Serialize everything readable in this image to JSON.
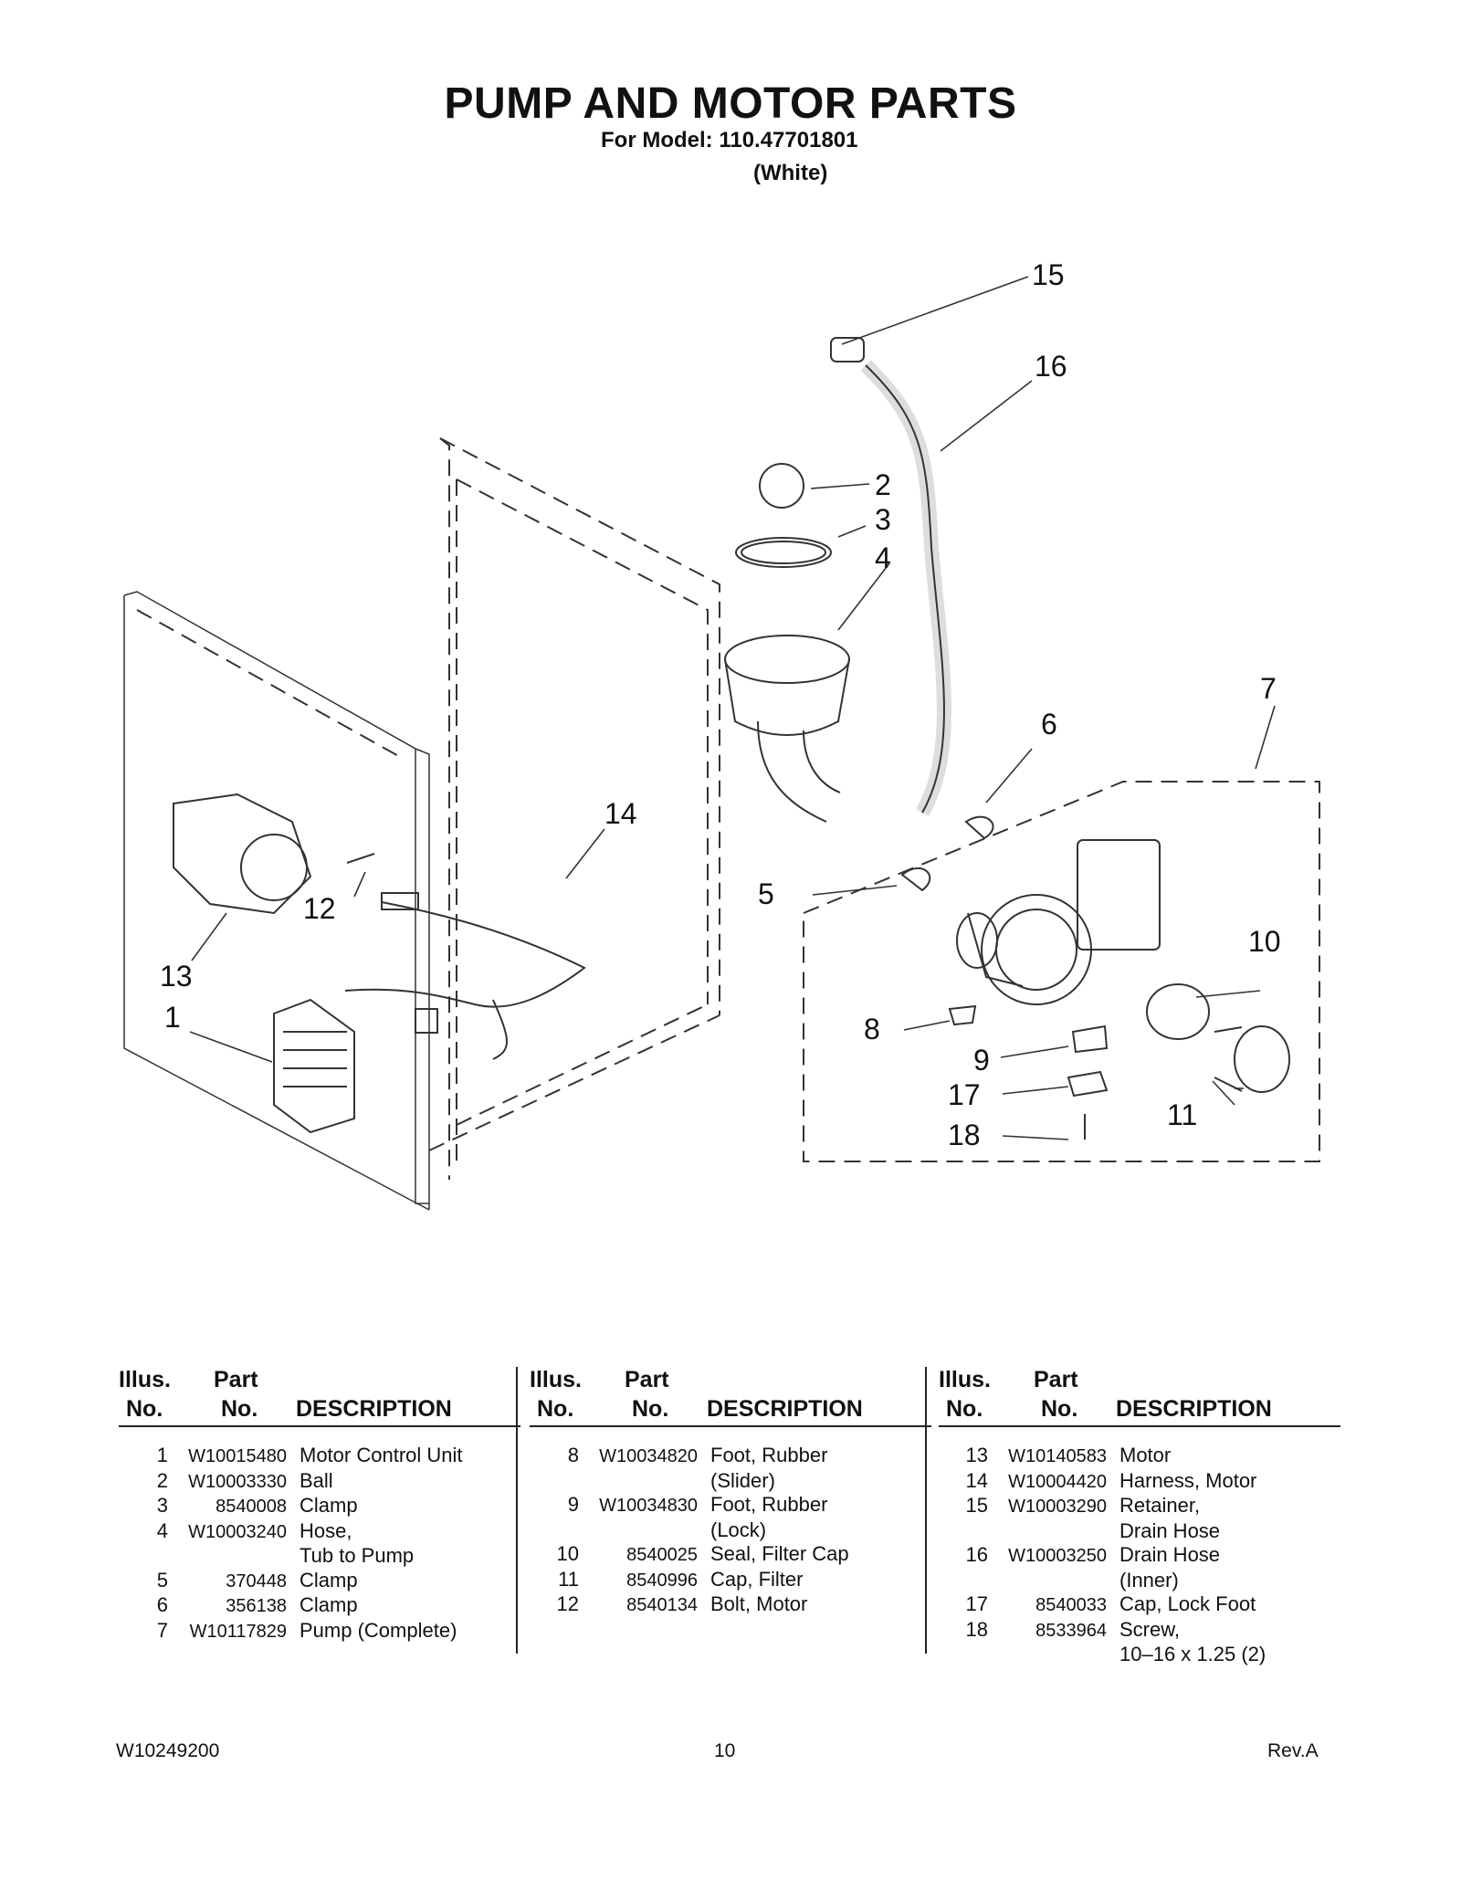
{
  "title": "PUMP AND MOTOR PARTS",
  "model_line": "For Model: 110.47701801",
  "color_line": "(White)",
  "callouts": [
    "1",
    "2",
    "3",
    "4",
    "5",
    "6",
    "7",
    "8",
    "9",
    "10",
    "11",
    "12",
    "13",
    "14",
    "15",
    "16",
    "17",
    "18"
  ],
  "table_headers": {
    "illus_line1": "Illus.",
    "illus_line2": "No.",
    "part_line1": "Part",
    "part_line2": "No.",
    "description": "DESCRIPTION"
  },
  "columns": [
    [
      {
        "no": "1",
        "part": "W10015480",
        "desc": [
          "Motor Control Unit"
        ]
      },
      {
        "no": "2",
        "part": "W10003330",
        "desc": [
          "Ball"
        ]
      },
      {
        "no": "3",
        "part": "8540008",
        "desc": [
          "Clamp"
        ]
      },
      {
        "no": "4",
        "part": "W10003240",
        "desc": [
          "Hose,",
          " Tub to Pump"
        ]
      },
      {
        "no": "5",
        "part": "370448",
        "desc": [
          "Clamp"
        ]
      },
      {
        "no": "6",
        "part": "356138",
        "desc": [
          "Clamp"
        ]
      },
      {
        "no": "7",
        "part": "W10117829",
        "desc": [
          "Pump (Complete)"
        ]
      }
    ],
    [
      {
        "no": "8",
        "part": "W10034820",
        "desc": [
          "Foot, Rubber",
          "(Slider)"
        ]
      },
      {
        "no": "9",
        "part": "W10034830",
        "desc": [
          "Foot, Rubber",
          "(Lock)"
        ]
      },
      {
        "no": "10",
        "part": "8540025",
        "desc": [
          "Seal, Filter Cap"
        ]
      },
      {
        "no": "11",
        "part": "8540996",
        "desc": [
          "Cap, Filter"
        ]
      },
      {
        "no": "12",
        "part": "8540134",
        "desc": [
          "Bolt, Motor"
        ]
      }
    ],
    [
      {
        "no": "13",
        "part": "W10140583",
        "desc": [
          "Motor"
        ]
      },
      {
        "no": "14",
        "part": "W10004420",
        "desc": [
          "Harness, Motor"
        ]
      },
      {
        "no": "15",
        "part": "W10003290",
        "desc": [
          "Retainer,",
          "Drain Hose"
        ]
      },
      {
        "no": "16",
        "part": "W10003250",
        "desc": [
          "Drain Hose",
          "(Inner)"
        ]
      },
      {
        "no": "17",
        "part": "8540033",
        "desc": [
          "Cap, Lock Foot"
        ]
      },
      {
        "no": "18",
        "part": "8533964",
        "desc": [
          "Screw,",
          "10–16 x 1.25 (2)"
        ]
      }
    ]
  ],
  "footer": {
    "doc_number": "W10249200",
    "page": "10",
    "revision": "Rev.A"
  }
}
